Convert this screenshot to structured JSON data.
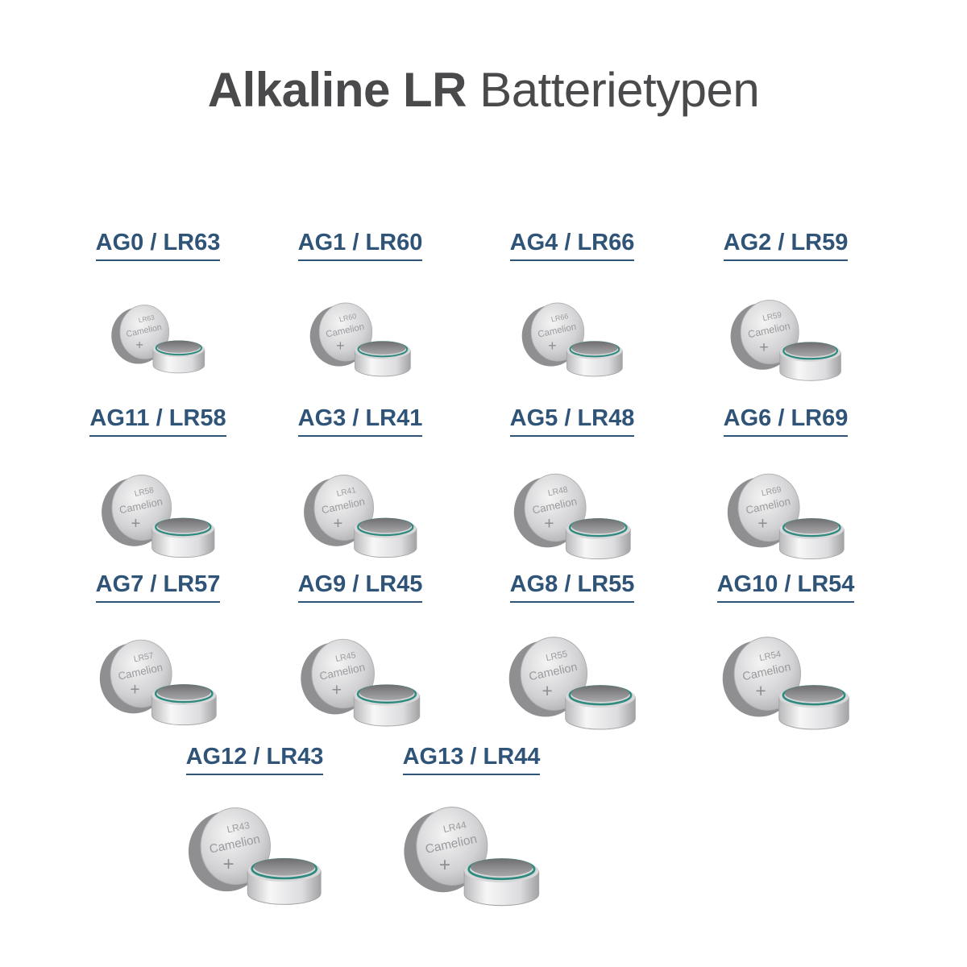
{
  "title": {
    "bold": "Alkaline LR",
    "light": "Batterietypen"
  },
  "brand": "Camelion",
  "colors": {
    "label": "#2f5477",
    "title": "#4a4a4c",
    "seal": "#2e8a7e"
  },
  "icons": [
    "battery-pair-icon"
  ],
  "batteries": [
    {
      "label": "AG0 / LR63",
      "imprint": "LR63",
      "size": 0.76
    },
    {
      "label": "AG1 / LR60",
      "imprint": "LR60",
      "size": 0.82
    },
    {
      "label": "AG4 / LR66",
      "imprint": "LR66",
      "size": 0.82
    },
    {
      "label": "AG2 / LR59",
      "imprint": "LR59",
      "size": 0.9
    },
    {
      "label": "AG11 / LR58",
      "imprint": "LR58",
      "size": 0.92
    },
    {
      "label": "AG3 / LR41",
      "imprint": "LR41",
      "size": 0.92
    },
    {
      "label": "AG5 / LR48",
      "imprint": "LR48",
      "size": 0.95
    },
    {
      "label": "AG6 / LR69",
      "imprint": "LR69",
      "size": 0.95
    },
    {
      "label": "AG7 / LR57",
      "imprint": "LR57",
      "size": 0.95
    },
    {
      "label": "AG9 / LR45",
      "imprint": "LR45",
      "size": 0.97
    },
    {
      "label": "AG8 / LR55",
      "imprint": "LR55",
      "size": 1.03
    },
    {
      "label": "AG10 / LR54",
      "imprint": "LR54",
      "size": 1.03
    },
    {
      "label": "AG12 / LR43",
      "imprint": "LR43",
      "size": 1.08
    },
    {
      "label": "AG13 / LR44",
      "imprint": "LR44",
      "size": 1.1
    }
  ]
}
